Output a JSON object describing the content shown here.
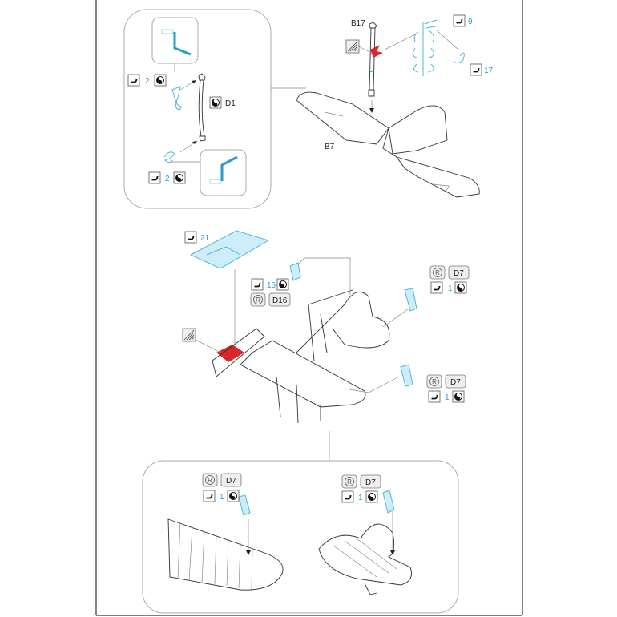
{
  "labels": {
    "b17": "B17",
    "b7": "B7",
    "d1": "D1",
    "d16": "D16",
    "d7": "D7"
  },
  "quantities": {
    "top_left_upper": "2",
    "top_left_lower": "2",
    "part_9": "9",
    "part_17": "17",
    "part_21": "21",
    "part_15": "15",
    "mid_right_upper": "1",
    "mid_right_lower": "1",
    "bottom_left": "1",
    "bottom_right": "1"
  },
  "colors": {
    "photo_etch": "#4fb8d8",
    "highlight_red": "#d8262b",
    "frame": "#333333"
  },
  "icons": [
    "bend-icon",
    "fold-icon",
    "resin-r-icon",
    "paint-hatch-icon"
  ]
}
